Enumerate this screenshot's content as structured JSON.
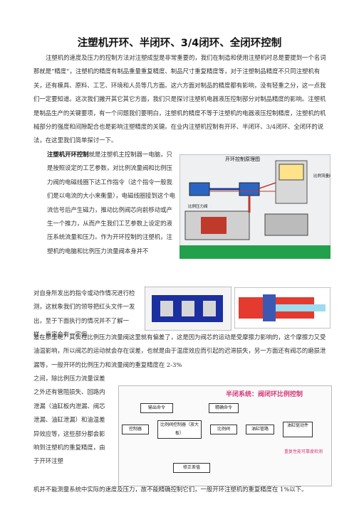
{
  "title": "注塑机开环、半闭环、3/4闭环、全闭环控制",
  "p1": "注塑机的速度及压力的控制方法对注塑成型是非常重要的，我们在制造和使用注塑机时总是要提到一个名词那就是“精度”，注塑机的精度有制品重量重复精度、制品尺寸重复精度等，对于注塑制品精度不只同注塑机有关，还有模具、原料、工艺、环境和人员等几方面。这六方面对制品的精度都有影响，没有轻重之分，这一点我们一定要知道。这次我们撇开其它其它方面，我们只是探讨注塑机电器液压控制部分对制品精度的影响。注塑机是制品生产的关键要项，有一个问题我们要明白，注塑机的精度不等于注塑机的电器液压控制精度，注塑机的机械部分的强度和间隙配合也是影响注塑精度的关键。在业内注塑机控制有开环、半闭环、3/4闭环、全闭环的说法，在这里我们简单探讨一下。",
  "p2_bold": "注塑机开环控制",
  "p2": "就是注塑机主控制器一电脑，只是按照设定的工艺参数，对比例流量阀和比例压力阀的电磁线圈下达工作指令（这个指令一般我们是以电流的大小来衡量），电磁线圈接到这个电流信号后产生磁力，推动比例阀芯向前移动或产生一个推力，从而产生我们工艺参数上设定的液压系统流量和压力。作为开环控制的注塑机，注塑机的电脑和比例压力流量阀本身并不对自身所发出的指令或动作情况进行检测，这就象我们的领导把红头文件一发出，至于下面执行的情况并不了解一样，肯定会有一定偏差，这个偏差在那里呢？其实在比例压力流量阀这里就有偏差了，这是因为阀芯的运动是受摩擦力影响的，这个摩擦力又受油温影响，所以阀芯的运动就会存在误差，也就是由于温度效应而引起的迟滞损失，另一方面还有阀芯的磨损泄漏等，一般开环的比例压力和流量阀的重复精度在2-3%之间，除比例压力流量误差之外还有管阻损失、回路内泄漏（油缸板内泄漏、阀芯泄漏、油缸泄漏）和油温差异效应等，这些部分都会影响到注塑机的重复精度，由于开环注塑机并不能测量系统中实际的速度及压力，故不能精确控制它们，一般开环注塑机的重复精度在1%以下。",
  "fig1": {
    "title": "开环控制原理图",
    "label_flow": "比例流量阀",
    "label_pressure": "比例压力阀"
  },
  "fig3": {
    "title": "半闭系统：阀闭环比例控制",
    "nodes": [
      "输出命令",
      "控制器",
      "比例阀控制器（放大板）",
      "比例阀",
      "油缸管路",
      "油缸驱动件",
      "精确命令",
      "修正差值",
      "重复性能可靠度检测"
    ]
  }
}
